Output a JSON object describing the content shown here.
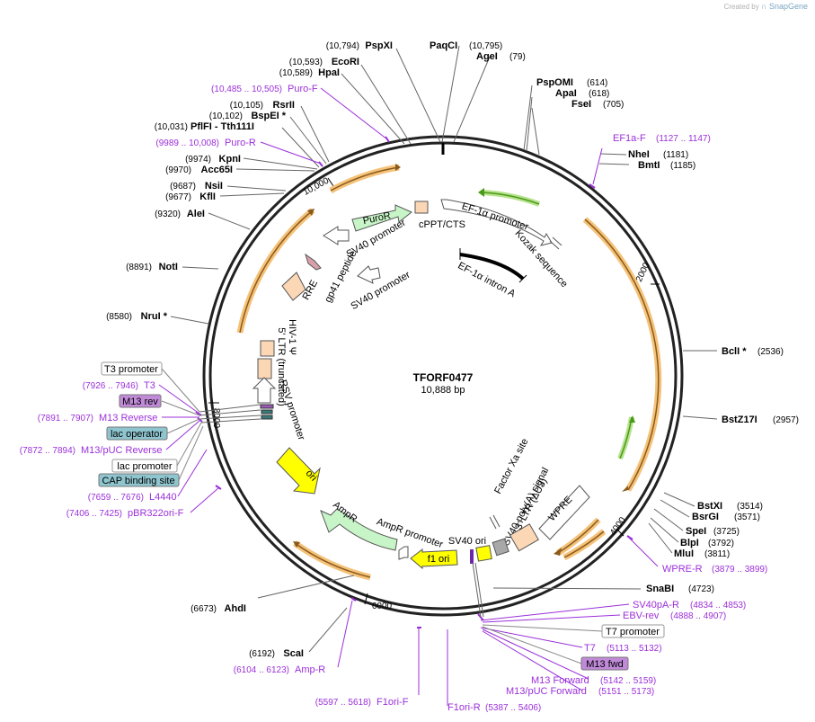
{
  "credit": {
    "prefix": "Created by",
    "brand": "SnapGene"
  },
  "plasmid": {
    "name": "TFORF0477",
    "length": "10,888 bp"
  },
  "ticks": [
    "2000",
    "4000",
    "6000",
    "8000",
    "10,000"
  ],
  "enzymes": [
    {
      "name": "PspXI",
      "pos": "(10,794)"
    },
    {
      "name": "PaqCI",
      "pos": "(10,795)"
    },
    {
      "name": "AgeI",
      "pos": "(79)"
    },
    {
      "name": "EcoRI",
      "pos": "(10,593)"
    },
    {
      "name": "HpaI",
      "pos": "(10,589)"
    },
    {
      "name": "PspOMI",
      "pos": "(614)"
    },
    {
      "name": "ApaI",
      "pos": "(618)"
    },
    {
      "name": "FseI",
      "pos": "(705)"
    },
    {
      "name": "RsrII",
      "pos": "(10,105)"
    },
    {
      "name": "BspEI *",
      "pos": "(10,102)"
    },
    {
      "name": "PflFI - Tth111I",
      "pos": "(10,031)"
    },
    {
      "name": "NheI",
      "pos": "(1181)"
    },
    {
      "name": "BmtI",
      "pos": "(1185)"
    },
    {
      "name": "KpnI",
      "pos": "(9974)"
    },
    {
      "name": "Acc65I",
      "pos": "(9970)"
    },
    {
      "name": "NsiI",
      "pos": "(9687)"
    },
    {
      "name": "KflI",
      "pos": "(9677)"
    },
    {
      "name": "AleI",
      "pos": "(9320)"
    },
    {
      "name": "NotI",
      "pos": "(8891)"
    },
    {
      "name": "NruI *",
      "pos": "(8580)"
    },
    {
      "name": "BclI *",
      "pos": "(2536)"
    },
    {
      "name": "BstZ17I",
      "pos": "(2957)"
    },
    {
      "name": "BstXI",
      "pos": "(3514)"
    },
    {
      "name": "BsrGI",
      "pos": "(3571)"
    },
    {
      "name": "SpeI",
      "pos": "(3725)"
    },
    {
      "name": "BlpI",
      "pos": "(3792)"
    },
    {
      "name": "MluI",
      "pos": "(3811)"
    },
    {
      "name": "SnaBI",
      "pos": "(4723)"
    },
    {
      "name": "AhdI",
      "pos": "(6673)"
    },
    {
      "name": "ScaI",
      "pos": "(6192)"
    }
  ],
  "primers": [
    {
      "name": "Puro-F",
      "range": "(10,485 .. 10,505)"
    },
    {
      "name": "Puro-R",
      "range": "(9989 .. 10,008)"
    },
    {
      "name": "EF1a-F",
      "range": "(1127 .. 1147)"
    },
    {
      "name": "T3",
      "range": "(7926 .. 7946)"
    },
    {
      "name": "M13 Reverse",
      "range": "(7891 .. 7907)"
    },
    {
      "name": "M13/pUC Reverse",
      "range": "(7872 .. 7894)"
    },
    {
      "name": "L4440",
      "range": "(7659 .. 7676)"
    },
    {
      "name": "pBR322ori-F",
      "range": "(7406 .. 7425)"
    },
    {
      "name": "WPRE-R",
      "range": "(3879 .. 3899)"
    },
    {
      "name": "SV40pA-R",
      "range": "(4834 .. 4853)"
    },
    {
      "name": "EBV-rev",
      "range": "(4888 .. 4907)"
    },
    {
      "name": "T7",
      "range": "(5113 .. 5132)"
    },
    {
      "name": "M13 Forward",
      "range": "(5142 .. 5159)"
    },
    {
      "name": "M13/pUC Forward",
      "range": "(5151 .. 5173)"
    },
    {
      "name": "Amp-R",
      "range": "(6104 .. 6123)"
    },
    {
      "name": "F1ori-F",
      "range": "(5597 .. 5618)"
    },
    {
      "name": "F1ori-R",
      "range": "(5387 .. 5406)"
    }
  ],
  "boxed_features": [
    "T3 promoter",
    "M13 rev",
    "lac operator",
    "lac promoter",
    "CAP binding site",
    "T7 promoter",
    "M13 fwd"
  ],
  "features": [
    "PuroR",
    "cPPT/CTS",
    "EF-1α promoter",
    "SV40 promoter",
    "Kozak sequence",
    "EF-1α intron A",
    "SV40 promoter",
    "gp41 peptide",
    "RRE",
    "HIV-1 Ψ",
    "5' LTR (truncated)",
    "RSV promoter",
    "ori",
    "AmpR",
    "AmpR promoter",
    "f1 ori",
    "SV40 ori",
    "SV40 poly(A) signal",
    "Factor Xa site",
    "3' LTR (ΔU3)",
    "WPRE"
  ],
  "colors": {
    "primer": "#9b30d9",
    "orf_highlight": "#f5c27a",
    "orf_arrow": "#8a5a1a",
    "green_arrow": "#4a9a1a",
    "purple_box": "#c08ad8",
    "teal_box": "#8fc5cf"
  }
}
